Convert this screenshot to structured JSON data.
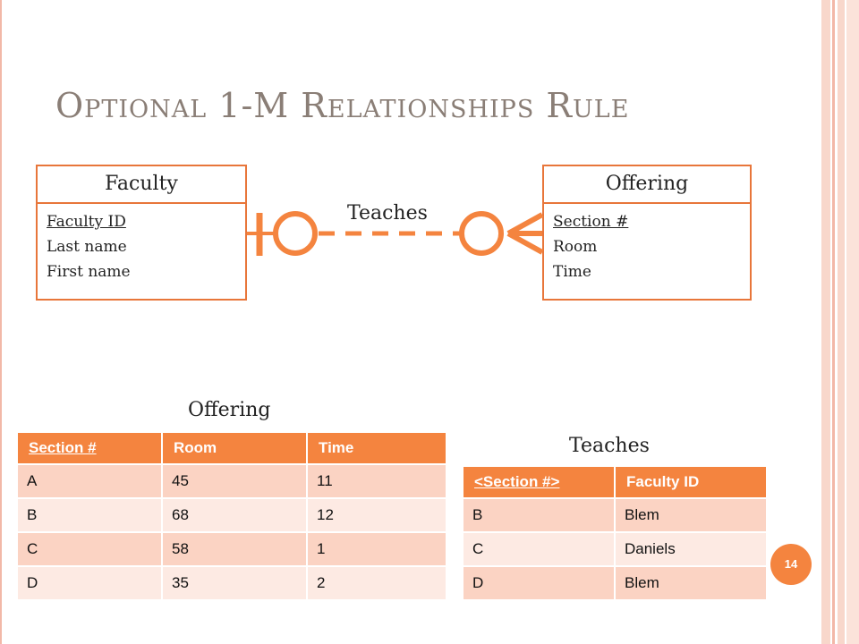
{
  "slide": {
    "title": "Optional 1-M Relationships Rule",
    "page_number": "14",
    "accent_color": "#f4843f"
  },
  "diagram": {
    "relationship_label": "Teaches",
    "entities": {
      "faculty": {
        "name": "Faculty",
        "attributes": [
          "Faculty ID",
          "Last name",
          "First name"
        ]
      },
      "offering": {
        "name": "Offering",
        "attributes": [
          "Section #",
          "Room",
          "Time"
        ]
      }
    }
  },
  "offering_table": {
    "caption": "Offering",
    "columns": [
      "Section #",
      "Room",
      "Time"
    ],
    "rows": [
      [
        "A",
        "45",
        "11"
      ],
      [
        "B",
        "68",
        "12"
      ],
      [
        "C",
        "58",
        "1"
      ],
      [
        "D",
        "35",
        "2"
      ]
    ]
  },
  "teaches_table": {
    "caption": "Teaches",
    "columns": [
      "<Section #>",
      "Faculty ID"
    ],
    "rows": [
      [
        "B",
        "Blem"
      ],
      [
        "C",
        "Daniels"
      ],
      [
        "D",
        "Blem"
      ]
    ]
  }
}
